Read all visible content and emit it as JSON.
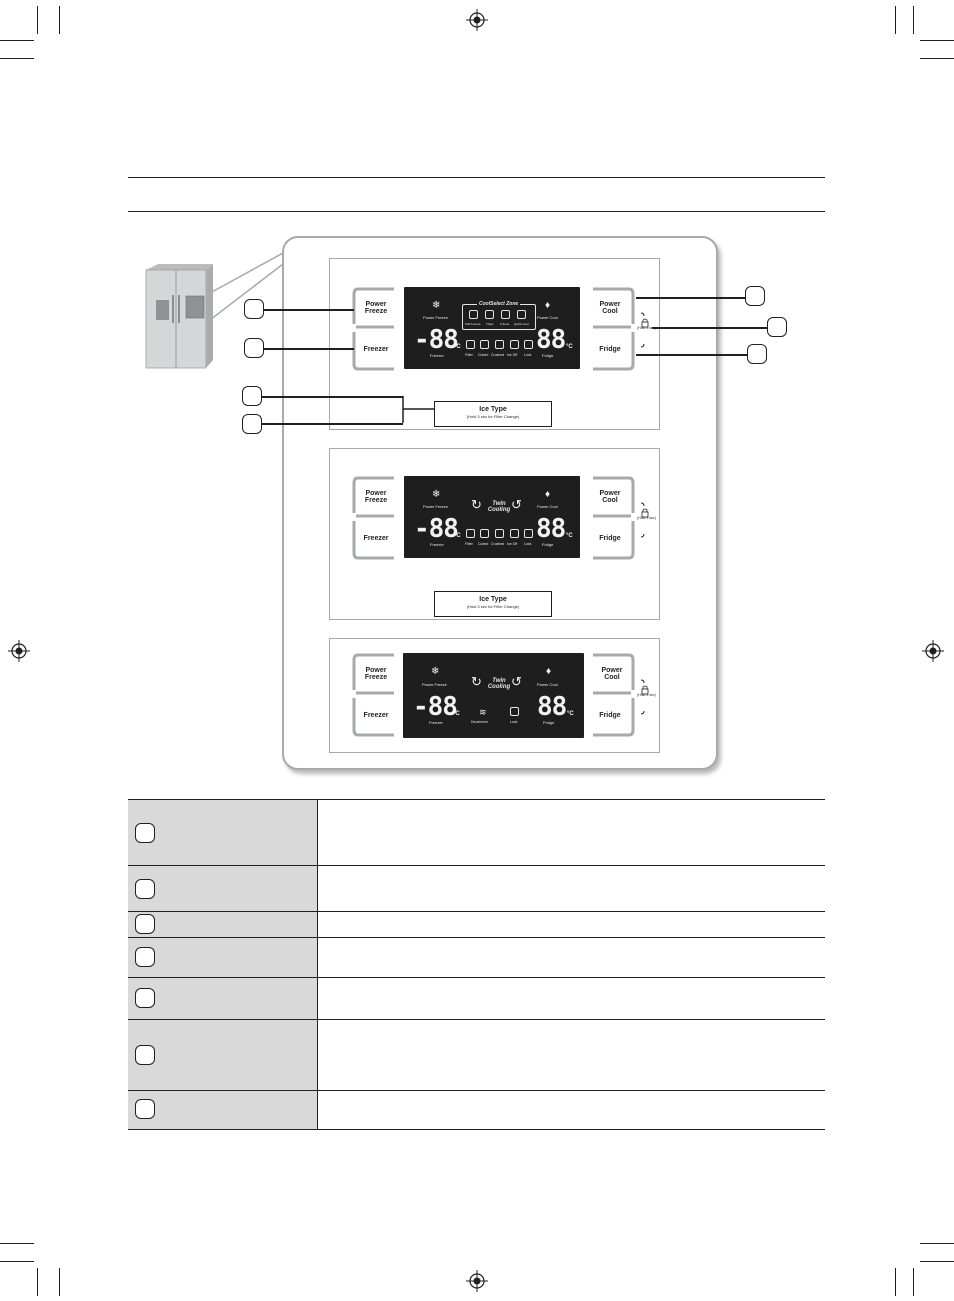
{
  "panel_top": {
    "left_buttons": [
      "Power\nFreeze",
      "Freezer"
    ],
    "right_buttons": [
      "Power\nCool",
      "Fridge"
    ],
    "display": {
      "zone_title": "CoolSelect Zone",
      "zone_items": [
        "Soft Freeze",
        "Thaw",
        "0 Zone",
        "Quick Cool"
      ],
      "power_freeze": "Power Freeze",
      "power_cool": "Power Cool",
      "freezer_temp": "-88",
      "fridge_temp": "88",
      "unit": "°C",
      "freezer_label": "Freezer",
      "fridge_label": "Fridge",
      "status_icons": [
        "Filter",
        "Cubed",
        "Crushed",
        "Ice Off",
        "Lock"
      ]
    },
    "ice_type": "Ice Type",
    "ice_type_sub": "(Hold 3 sec for Filter Change)",
    "hold_text": "(Hold 3 sec)"
  },
  "panel_mid": {
    "left_buttons": [
      "Power\nFreeze",
      "Freezer"
    ],
    "right_buttons": [
      "Power\nCool",
      "Fridge"
    ],
    "display": {
      "twin": "Twin\nCooling",
      "power_freeze": "Power Freeze",
      "power_cool": "Power Cool",
      "freezer_temp": "-88",
      "fridge_temp": "88",
      "unit": "°C",
      "freezer_label": "Freezer",
      "fridge_label": "Fridge",
      "status_icons": [
        "Filter",
        "Cubed",
        "Crushed",
        "Ice Off",
        "Lock"
      ]
    },
    "ice_type": "Ice Type",
    "ice_type_sub": "(Hold 3 sec for Filter Change)",
    "hold_text": "(Hold 3 sec)"
  },
  "panel_bot": {
    "left_buttons": [
      "Power\nFreeze",
      "Freezer"
    ],
    "right_buttons": [
      "Power\nCool",
      "Fridge"
    ],
    "display": {
      "twin": "Twin\nCooling",
      "power_freeze": "Power Freeze",
      "power_cool": "Power Cool",
      "freezer_temp": "-88",
      "fridge_temp": "88",
      "unit": "°C",
      "freezer_label": "Freezer",
      "fridge_label": "Fridge",
      "status_icons": [
        "Deodorizer",
        "Lock"
      ]
    },
    "hold_text": "(Hold 3 sec)"
  },
  "table_rows": 7,
  "colors": {
    "ink": "#231f20",
    "label_bg": "#d9d9d9",
    "panel_border": "#a7a9ac",
    "display_bg": "#1e1e1e"
  }
}
